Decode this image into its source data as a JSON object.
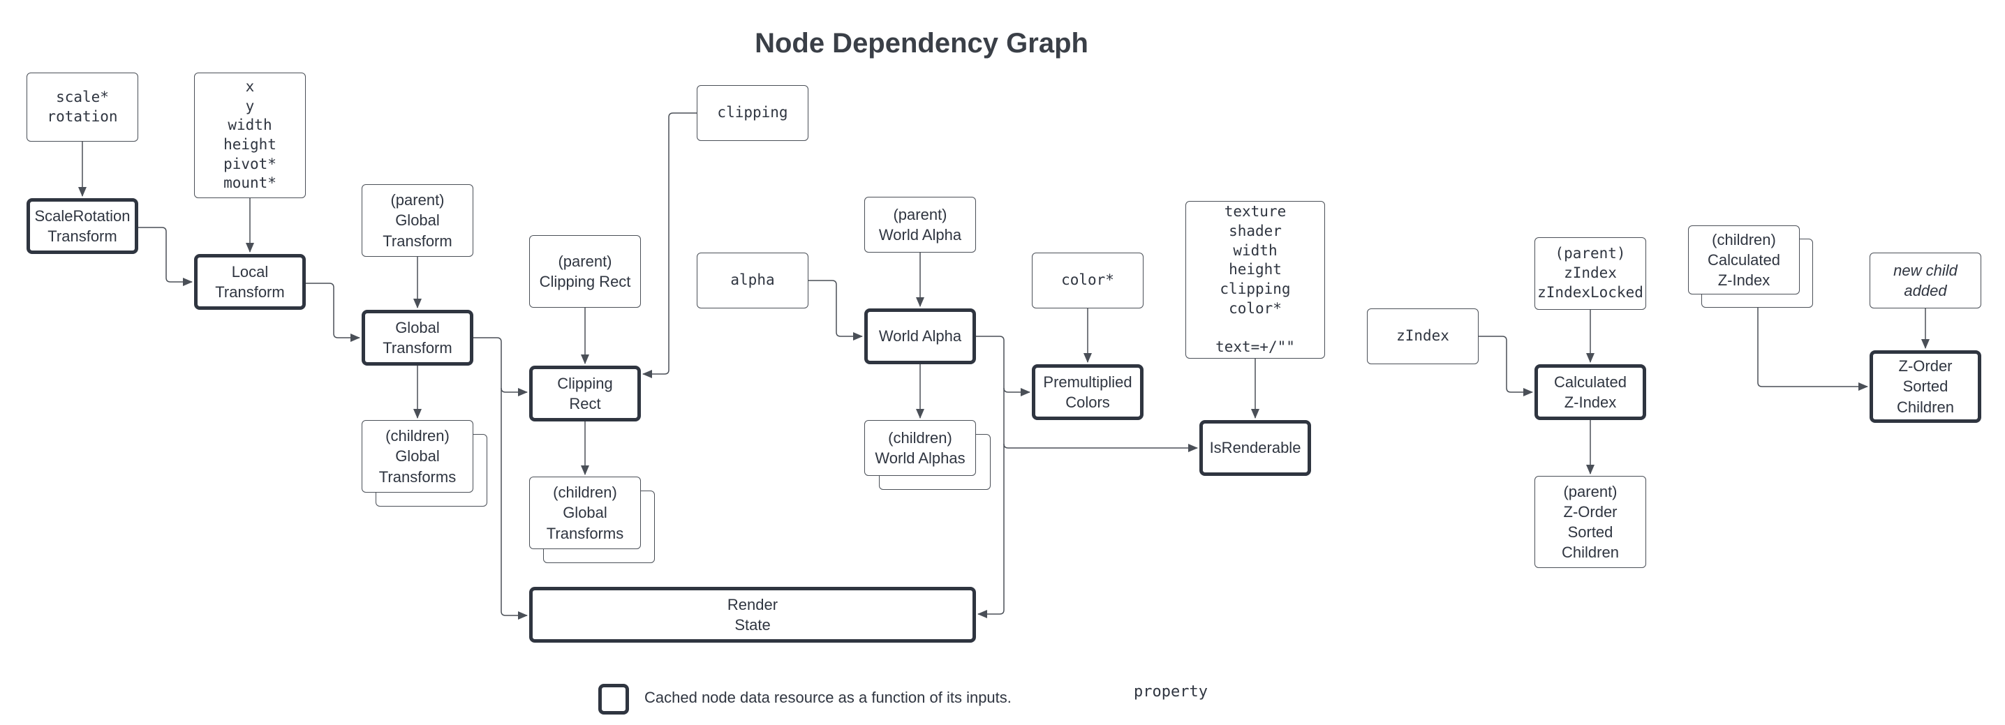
{
  "title": "Node Dependency Graph",
  "nodes": {
    "scale_rotation": "scale*\nrotation",
    "scale_rotation_transform": "ScaleRotation\nTransform",
    "xy_props": "x\ny\nwidth\nheight\npivot*\nmount*",
    "local_transform": "Local\nTransform",
    "parent_global_transform": "(parent)\nGlobal\nTransform",
    "global_transform": "Global\nTransform",
    "children_global_transforms_1": "(children)\nGlobal\nTransforms",
    "clipping": "clipping",
    "parent_clipping_rect": "(parent)\nClipping Rect",
    "clipping_rect": "Clipping\nRect",
    "children_global_transforms_2": "(children)\nGlobal\nTransforms",
    "alpha": "alpha",
    "parent_world_alpha": "(parent)\nWorld Alpha",
    "world_alpha": "World Alpha",
    "children_world_alphas": "(children)\nWorld Alphas",
    "color": "color*",
    "premultiplied_colors": "Premultiplied\nColors",
    "renderable_props": "texture\nshader\nwidth\nheight\nclipping\ncolor*\n\ntext=+/\"\"",
    "is_renderable": "IsRenderable",
    "render_state": "Render\nState",
    "zindex": "zIndex",
    "parent_zindex": "(parent)\nzIndex\nzIndexLocked",
    "calculated_zindex": "Calculated\nZ-Index",
    "parent_zorder": "(parent)\nZ-Order\nSorted\nChildren",
    "children_calculated_zindex": "(children)\nCalculated\nZ-Index",
    "new_child_added": "new child\nadded",
    "zorder_sorted_children": "Z-Order\nSorted\nChildren"
  },
  "legend": {
    "cached_description": "Cached node data resource as a function of its inputs.",
    "property_label": "property"
  },
  "colors": {
    "stroke": "#4a4f57",
    "cached_stroke": "#2f3540",
    "text": "#2f3540"
  }
}
